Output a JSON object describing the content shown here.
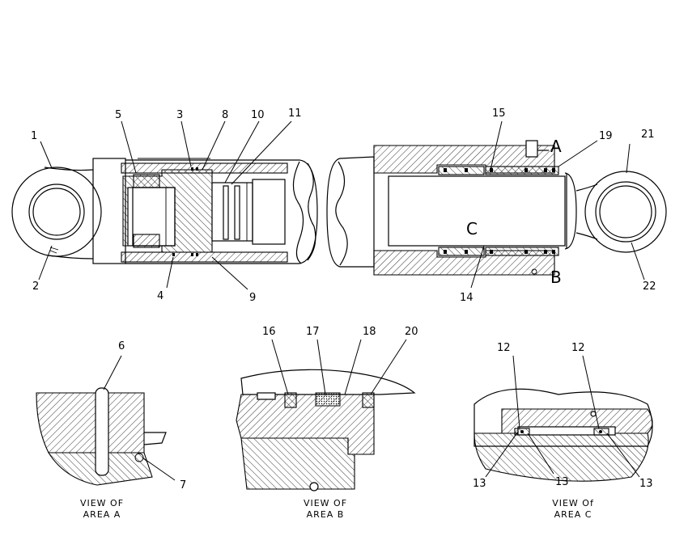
{
  "callouts": {
    "c1": "1",
    "c2": "2",
    "c3": "3",
    "c4": "4",
    "c5": "5",
    "c6": "6",
    "c7": "7",
    "c8": "8",
    "c9": "9",
    "c10": "10",
    "c11": "11",
    "c12a": "12",
    "c12b": "12",
    "c13a": "13",
    "c13b": "13",
    "c13c": "13",
    "c14": "14",
    "c15": "15",
    "c16": "16",
    "c17": "17",
    "c18": "18",
    "c19": "19",
    "c20": "20",
    "c21": "21",
    "c22": "22"
  },
  "area_letters": {
    "a": "A",
    "b": "B",
    "c": "C"
  },
  "captions": {
    "area_a": {
      "line1": "VIEW OF",
      "line2": "AREA A"
    },
    "area_b": {
      "line1": "VIEW OF",
      "line2": "AREA B"
    },
    "area_c": {
      "line1": "VIEW Of",
      "line2": "AREA C"
    }
  }
}
